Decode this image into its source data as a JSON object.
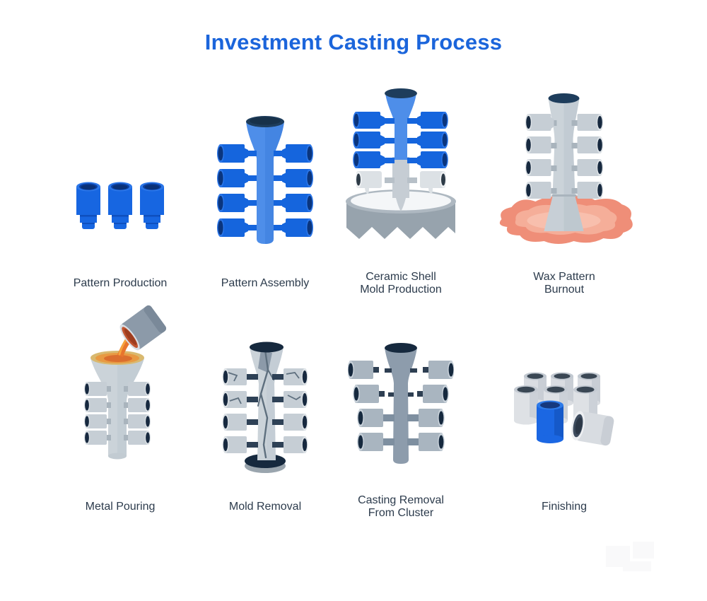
{
  "title": "Investment Casting Process",
  "steps": [
    {
      "id": "pattern-production",
      "lines": [
        "Pattern Production"
      ]
    },
    {
      "id": "pattern-assembly",
      "lines": [
        "Pattern Assembly"
      ]
    },
    {
      "id": "ceramic-shell",
      "lines": [
        "Ceramic Shell",
        "Mold Production"
      ]
    },
    {
      "id": "wax-burnout",
      "lines": [
        "Wax Pattern",
        "Burnout"
      ]
    },
    {
      "id": "metal-pouring",
      "lines": [
        "Metal Pouring"
      ]
    },
    {
      "id": "mold-removal",
      "lines": [
        "Mold Removal"
      ]
    },
    {
      "id": "casting-removal",
      "lines": [
        "Casting Removal",
        "From Cluster"
      ]
    },
    {
      "id": "finishing",
      "lines": [
        "Finishing"
      ]
    }
  ],
  "palette": {
    "title_blue": "#1B65DB",
    "pattern_blue": "#1766E1",
    "sprue_light_blue": "#4E8EE9",
    "opening_dark_blue": "#0B3F9E",
    "funnel_dark_navy": "#1E3D5C",
    "ceramic_shell_gray": "#CBD3D9",
    "casting_steel_gray": "#8D9CAC",
    "vat_gray": "#97A3AD",
    "slurry_white": "#F4F6F8",
    "wax_salmon": "#EF8E78",
    "wax_salmon_light": "#F5AE99",
    "molten_orange": "#E8752D",
    "molten_highlight": "#F6A43D",
    "label_color": "#2C3B4C",
    "background": "#FFFFFF"
  }
}
